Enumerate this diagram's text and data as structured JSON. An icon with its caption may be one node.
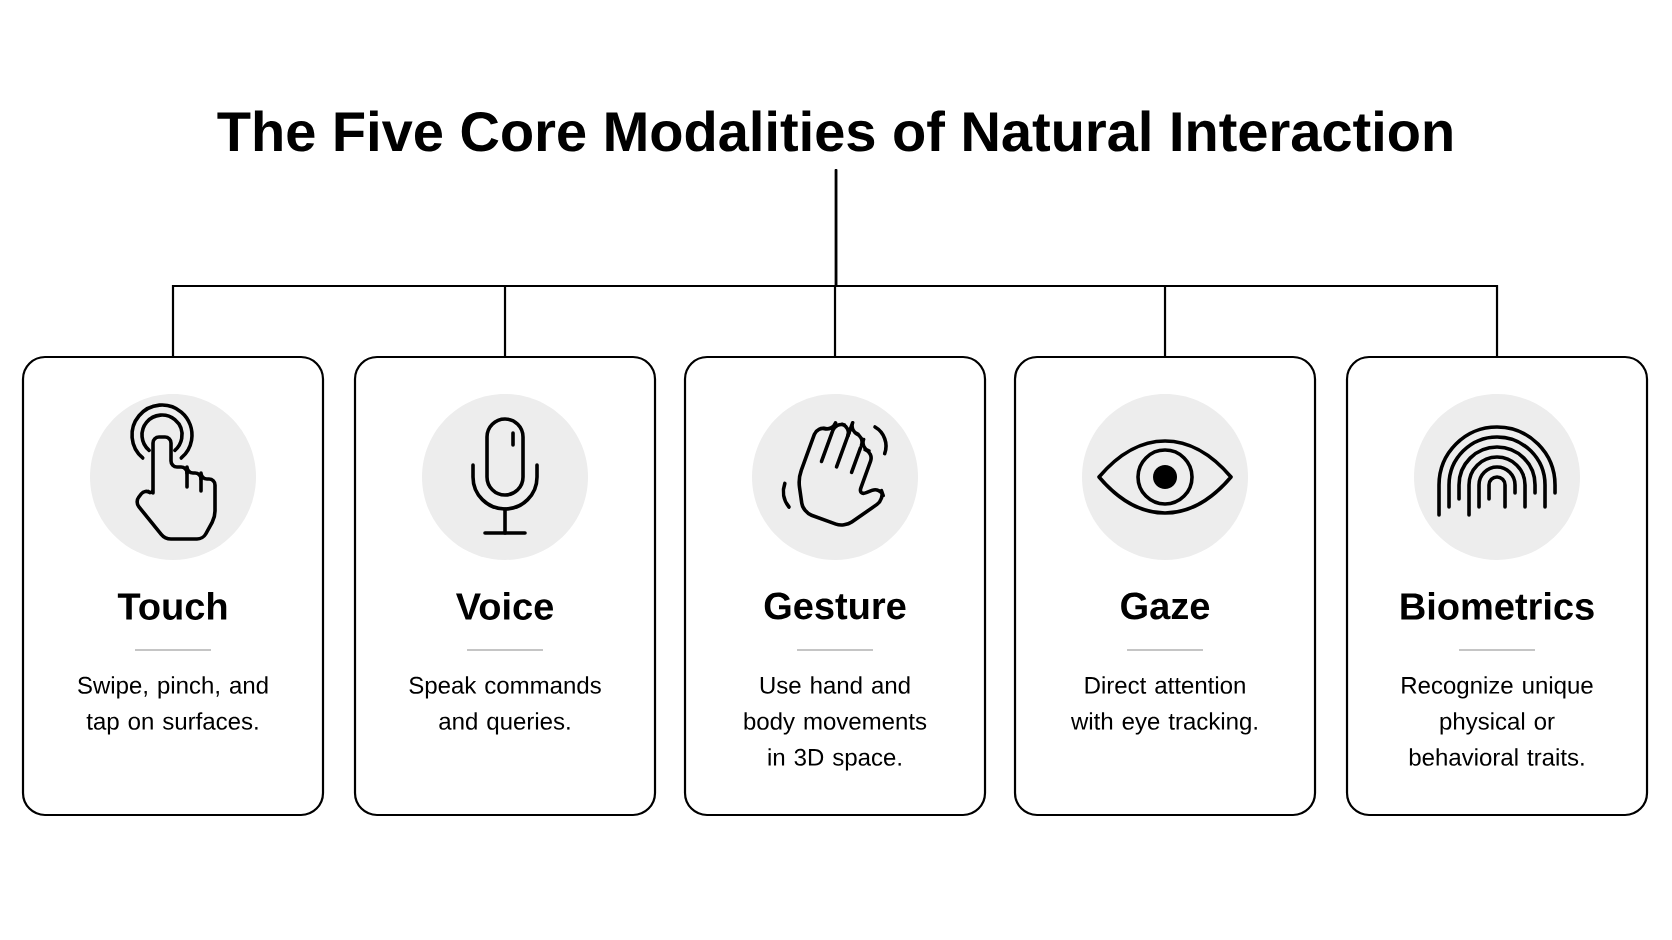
{
  "diagram": {
    "nodes": [
      {
        "text": [
          "The Five Core Modalities of Natural Interaction"
        ]
      },
      {
        "text": [
          "Touch",
          "Swipe, pinch, and tap on surfaces."
        ]
      },
      {
        "text": [
          "Voice",
          "Speak commands and queries."
        ]
      },
      {
        "text": [
          "Gesture",
          "Use hand and body movements in 3D space."
        ]
      },
      {
        "text": [
          "Gaze",
          "Direct attention with eye tracking."
        ]
      },
      {
        "text": [
          "Biometrics",
          "Recognize unique physical or behavioral traits."
        ]
      }
    ],
    "edges": [
      {
        "from": 0,
        "to": 1,
        "arrow": "none"
      },
      {
        "from": 0,
        "to": 2,
        "arrow": "none"
      },
      {
        "from": 0,
        "to": 3,
        "arrow": "none"
      },
      {
        "from": 0,
        "to": 4,
        "arrow": "none"
      },
      {
        "from": 0,
        "to": 5,
        "arrow": "none"
      }
    ]
  }
}
